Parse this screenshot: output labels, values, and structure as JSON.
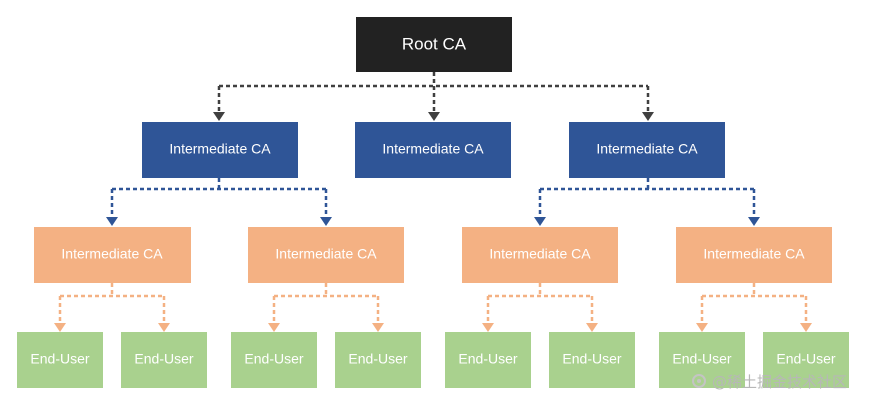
{
  "root": {
    "label": "Root CA",
    "color": "#222222",
    "text_color": "#ffffff"
  },
  "level1": [
    {
      "label": "Intermediate CA"
    },
    {
      "label": "Intermediate CA"
    },
    {
      "label": "Intermediate CA"
    }
  ],
  "level2": [
    {
      "label": "Intermediate CA"
    },
    {
      "label": "Intermediate CA"
    },
    {
      "label": "Intermediate CA"
    },
    {
      "label": "Intermediate CA"
    }
  ],
  "leaves": [
    {
      "label": "End-User"
    },
    {
      "label": "End-User"
    },
    {
      "label": "End-User"
    },
    {
      "label": "End-User"
    },
    {
      "label": "End-User"
    },
    {
      "label": "End-User"
    },
    {
      "label": "End-User"
    },
    {
      "label": "End-User"
    }
  ],
  "colors": {
    "level1_fill": "#2f5597",
    "level2_fill": "#f4b183",
    "leaf_fill": "#a9d18e",
    "root_connector": "#404040",
    "level1_connector": "#2f5597",
    "level2_connector": "#f4b183"
  },
  "watermark": {
    "text": "@稀土掘金技术社区"
  }
}
